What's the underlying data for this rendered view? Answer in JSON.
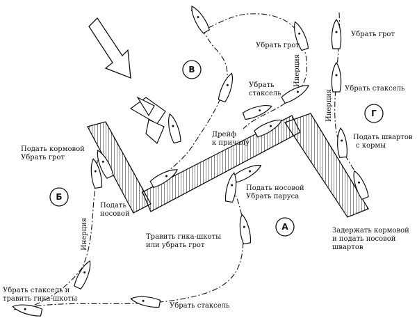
{
  "labels": {
    "podat_kormovoy": "Подать кормовой",
    "ubrat_grot_left": "Убрать грот",
    "podat_nosovoy": "Подать",
    "podat_nosovoy_2": "носовой",
    "inertia_left": "Инерция",
    "ubrat_staksel_travit_1": "Убрать стаксель и",
    "ubrat_staksel_travit_2": "травить гика-шкоты",
    "ubrat_staksel_bottom": "Убрать стаксель",
    "travit_1": "Травить гика-шкоты",
    "travit_2": "или убрать грот",
    "podat_nosovoy_ubrat_1": "Подать носовой",
    "podat_nosovoy_ubrat_2": "Убрать паруса",
    "dreif_1": "Дрейф",
    "dreif_2": "к причалу",
    "ubrat_staksel_mid_1": "Убрать",
    "ubrat_staksel_mid_2": "стаксель",
    "ubrat_grot_top": "Убрать грот",
    "inertia_top": "Инерция",
    "ubrat_grot_right": "Убрать грот",
    "ubrat_staksel_right": "Убрать стаксель",
    "inertia_right": "Инерция",
    "podat_shvartov_1": "Подать швартов",
    "podat_shvartov_2": "с кормы",
    "zaderzhat_1": "Задержать кормовой",
    "zaderzhat_2": "и подать носовой",
    "zaderzhat_3": "швартов"
  },
  "markers": {
    "A": "А",
    "B": "Б",
    "V": "В",
    "G": "Г"
  }
}
